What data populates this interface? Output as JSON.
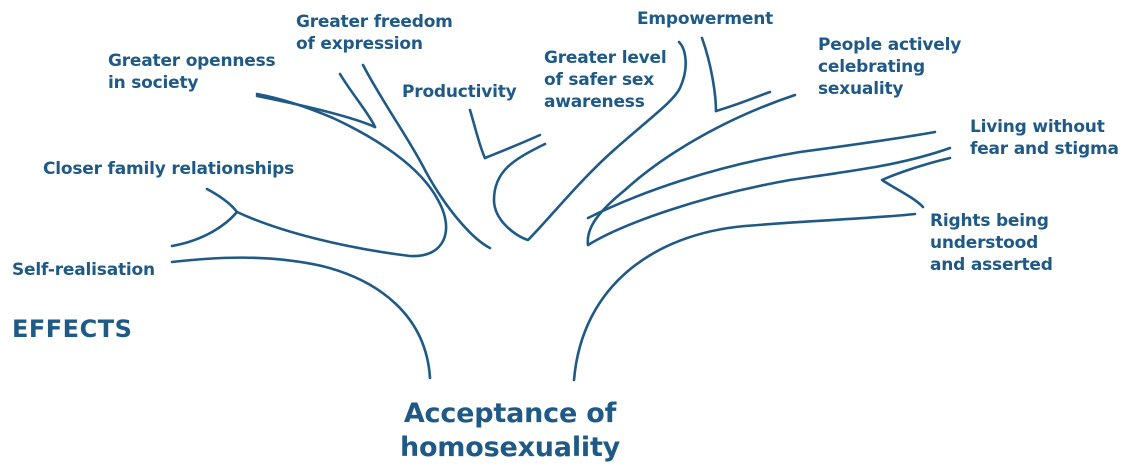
{
  "root": {
    "line1": "Acceptance of",
    "line2": "homosexuality"
  },
  "heading": "EFFECTS",
  "effects": {
    "self_realisation": "Self-realisation",
    "closer_family": "Closer family relationships",
    "openness": [
      "Greater openness",
      "in society"
    ],
    "freedom": [
      "Greater freedom",
      "of expression"
    ],
    "productivity": "Productivity",
    "safer_sex": [
      "Greater level",
      "of safer sex",
      "awareness"
    ],
    "empowerment": "Empowerment",
    "celebrating": [
      "People actively",
      "celebrating",
      "sexuality"
    ],
    "living": [
      "Living without",
      "fear and stigma"
    ],
    "rights": [
      "Rights being",
      "understood",
      "and asserted"
    ]
  },
  "colors": {
    "ink": "#1f5a86",
    "background": "#ffffff"
  }
}
